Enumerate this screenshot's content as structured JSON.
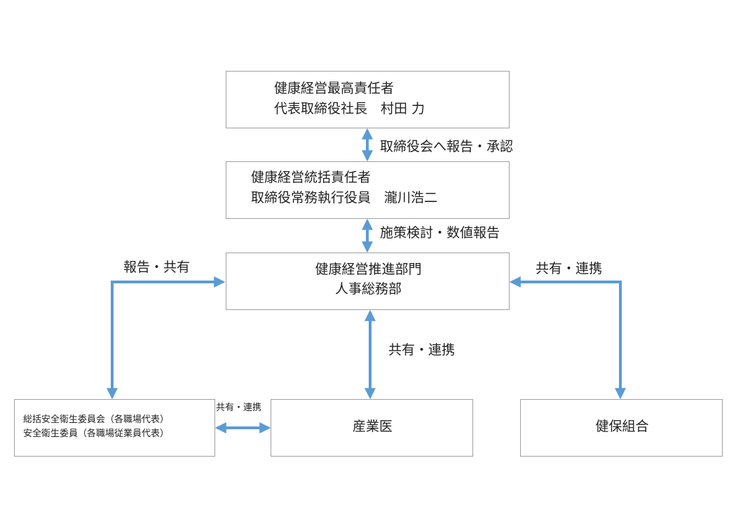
{
  "colors": {
    "arrow": "#5b9bd5",
    "border": "#a0a0a0",
    "text": "#222222"
  },
  "boxes": {
    "top": {
      "line1": "健康経営最高責任者",
      "line2": "代表取締役社長　村田 力"
    },
    "second": {
      "line1": "健康経営統括責任者",
      "line2": "取締役常務執行役員　瀧川浩二"
    },
    "center": {
      "line1": "健康経営推進部門",
      "line2": "人事総務部"
    },
    "committee": {
      "line1": "総括安全衛生委員会（各職場代表）",
      "line2": "安全衛生委員（各職場従業員代表）"
    },
    "doctor": {
      "text": "産業医"
    },
    "insurance": {
      "text": "健保組合"
    }
  },
  "labels": {
    "report_approve": "取締役会へ報告・承認",
    "policy_report": "施策検討・数値報告",
    "report_share": "報告・共有",
    "share_link_right": "共有・連携",
    "share_link_center": "共有・連携",
    "share_link_small": "共有・連携"
  }
}
